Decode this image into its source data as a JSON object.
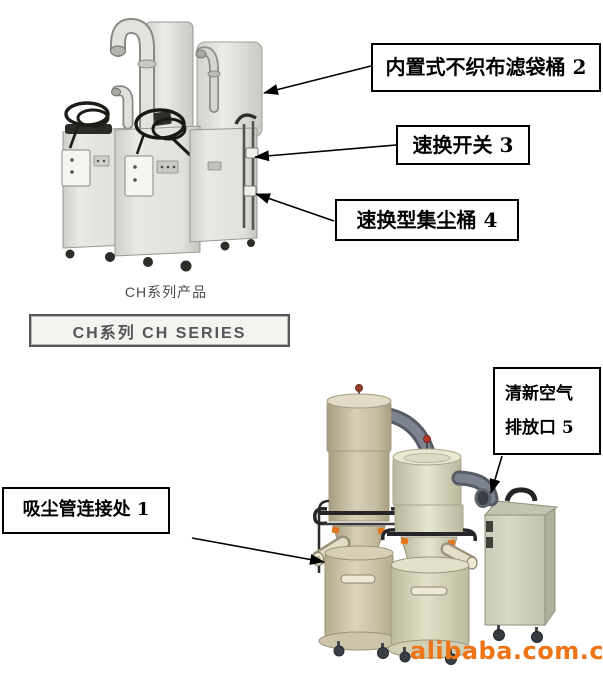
{
  "captions": {
    "top_photo": "CH系列产品",
    "series_plate": "CH系列 CH SERIES"
  },
  "annotations": {
    "suction_inlet": {
      "text": "吸尘管连接处 1"
    },
    "filter_bag_barrel": {
      "text": "内置式不织布滤袋桶 2"
    },
    "quick_switch": {
      "text": "速换开关 3"
    },
    "quick_change_barrel": {
      "text": "速换型集尘桶 4"
    },
    "exhaust_outlet": {
      "line1": "清新空气",
      "line2": "排放口 5"
    }
  },
  "watermark": {
    "text": "alibaba.com.cn",
    "color": "#ee7418"
  },
  "colors": {
    "arrow": "#000000",
    "machine_tan": "#d8d0b6",
    "machine_cream": "#e7e6d0",
    "machine_khaki": "#ccd0ba",
    "hose_gray": "#7d8390"
  }
}
